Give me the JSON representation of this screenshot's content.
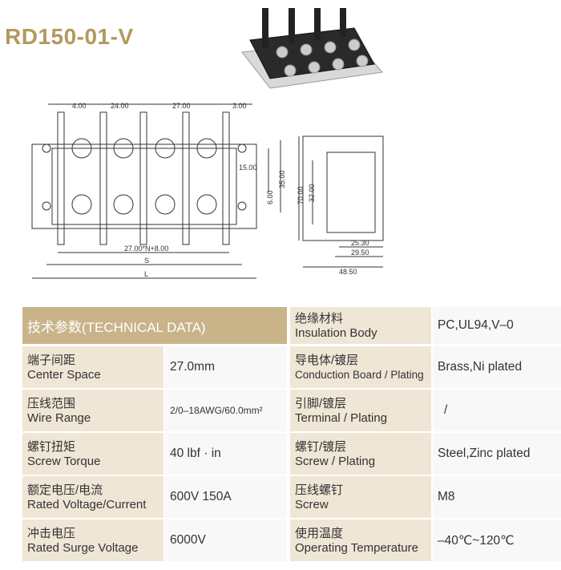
{
  "title": "RD150-01-V",
  "drawing": {
    "dims_top": [
      "4.00",
      "24.00",
      "27.00",
      "3.00"
    ],
    "dims_right": [
      "15.00",
      "6.00",
      "35.00"
    ],
    "dims_bottom": [
      "27.00*N+8.00",
      "S",
      "L"
    ],
    "side_dims_vertical": [
      "70.00",
      "32.00"
    ],
    "side_dims_bottom": [
      "25.30",
      "29.50",
      "48.50"
    ]
  },
  "table": {
    "header": "技术参数(TECHNICAL DATA)",
    "left_rows": [
      {
        "zh": "端子间距",
        "en": "Center Space",
        "value": "27.0mm"
      },
      {
        "zh": "压线范围",
        "en": "Wire Range",
        "value": "2/0–18AWG/60.0mm²"
      },
      {
        "zh": "螺钉扭矩",
        "en": "Screw Torque",
        "value": "40 lbf · in"
      },
      {
        "zh": "额定电压/电流",
        "en": "Rated Voltage/Current",
        "value": "600V 150A"
      },
      {
        "zh": "冲击电压",
        "en": "Rated Surge Voltage",
        "value": "6000V"
      }
    ],
    "right_rows": [
      {
        "zh": "绝缘材料",
        "en": "Insulation Body",
        "value": "PC,UL94,V–0"
      },
      {
        "zh": "导电体/镀层",
        "en": "Conduction Board / Plating",
        "value": "Brass,Ni plated"
      },
      {
        "zh": "引脚/镀层",
        "en": "Terminal / Plating",
        "value": "/"
      },
      {
        "zh": "螺钉/镀层",
        "en": "Screw / Plating",
        "value": "Steel,Zinc plated"
      },
      {
        "zh": "压线螺钉",
        "en": "Screw",
        "value": "M8"
      },
      {
        "zh": "使用温度",
        "en": "Operating Temperature",
        "value": "–40℃~120℃"
      }
    ]
  }
}
